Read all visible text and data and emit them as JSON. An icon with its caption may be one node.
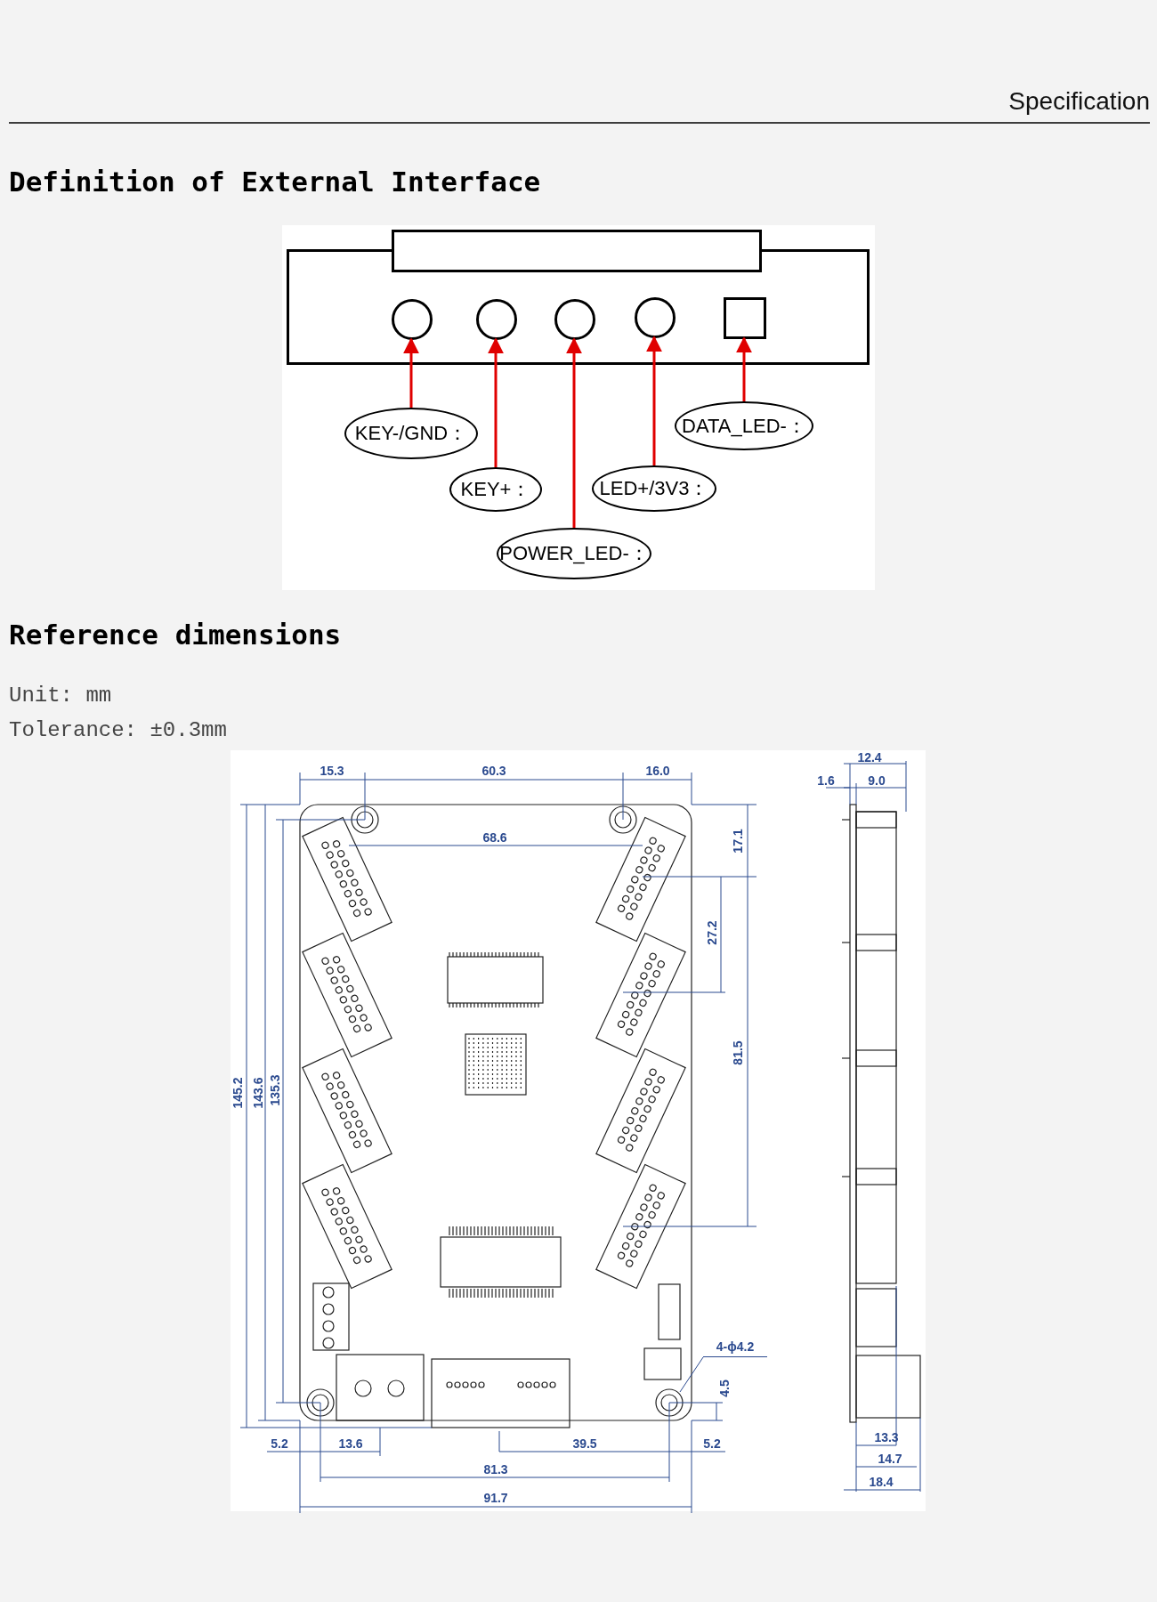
{
  "diagram": {
    "nodes": [
      {
        "text": [],
        "shape": "box"
      },
      {
        "text": [],
        "shape": "box"
      },
      {
        "text": [],
        "shape": "circle",
        "in": 0
      },
      {
        "text": [],
        "shape": "circle",
        "in": 0
      },
      {
        "text": [],
        "shape": "circle",
        "in": 0
      },
      {
        "text": [],
        "shape": "circle",
        "in": 0
      },
      {
        "text": [],
        "shape": "box",
        "in": 0
      },
      {
        "text": [
          "KEY-/GND："
        ]
      },
      {
        "text": [
          "KEY+："
        ]
      },
      {
        "text": [
          "POWER_LED-："
        ]
      },
      {
        "text": [
          "LED+/3V3："
        ]
      },
      {
        "text": [
          "DATA_LED-："
        ]
      },
      {
        "text": [
          "4-ϕ4.2"
        ]
      }
    ],
    "edges": [
      {
        "from": 7,
        "to": 2,
        "arrow": "to"
      },
      {
        "from": 8,
        "to": 3,
        "arrow": "to"
      },
      {
        "from": 9,
        "to": 4,
        "arrow": "to"
      },
      {
        "from": 10,
        "to": 5,
        "arrow": "to"
      },
      {
        "from": 11,
        "to": 6,
        "arrow": "to"
      },
      {
        "from": 12,
        "to": null,
        "arrow": "none",
        "color": "#2b4a8f"
      }
    ],
    "labels": [
      "Specification",
      "Definition of External Interface",
      "Reference dimensions",
      "Unit: mm",
      "Tolerance: ±0.3mm",
      "15.3",
      "60.3",
      "16.0",
      "68.6",
      "17.1",
      "27.2",
      "81.5",
      "145.2",
      "143.6",
      "135.3",
      "4.5",
      "5.2",
      "13.6",
      "39.5",
      "5.2",
      "81.3",
      "91.7",
      "12.4",
      "1.6",
      "9.0",
      "13.3",
      "14.7",
      "18.4"
    ]
  }
}
